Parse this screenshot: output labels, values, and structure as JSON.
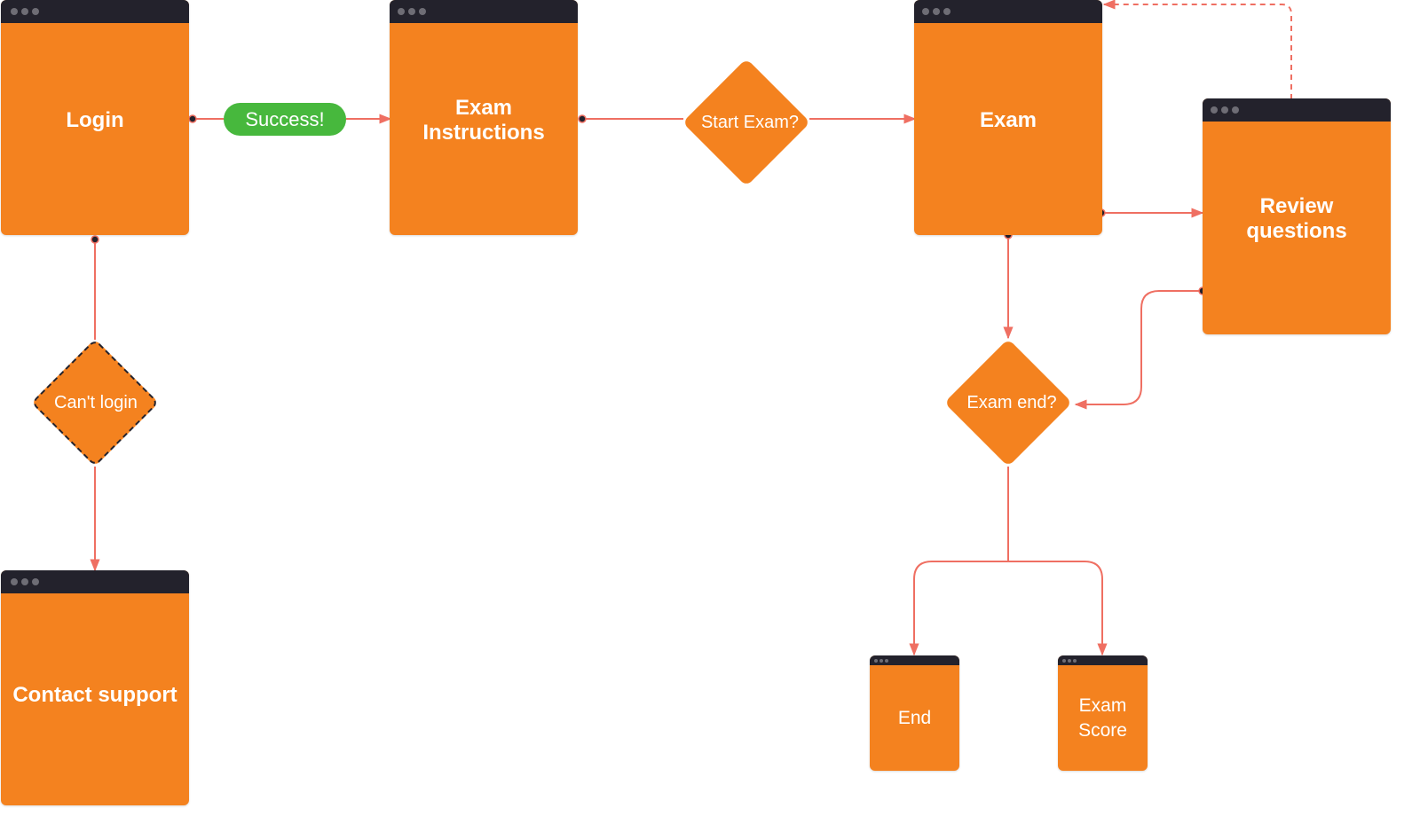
{
  "colors": {
    "node_fill": "#F4821F",
    "titlebar": "#23222C",
    "connector": "#EF6F62",
    "success": "#47B83D",
    "dot": "#23222C"
  },
  "nodes": {
    "login": {
      "label": "Login"
    },
    "exam_instructions": {
      "label": "Exam Instructions"
    },
    "exam": {
      "label": "Exam"
    },
    "review_questions": {
      "label": "Review questions"
    },
    "contact_support": {
      "label": "Contact support"
    },
    "end": {
      "label": "End"
    },
    "exam_score": {
      "label": "Exam\nScore"
    }
  },
  "decisions": {
    "start_exam": {
      "label": "Start Exam?"
    },
    "cant_login": {
      "label": "Can't login"
    },
    "exam_end": {
      "label": "Exam end?"
    }
  },
  "edges": {
    "success": {
      "label": "Success!"
    }
  }
}
